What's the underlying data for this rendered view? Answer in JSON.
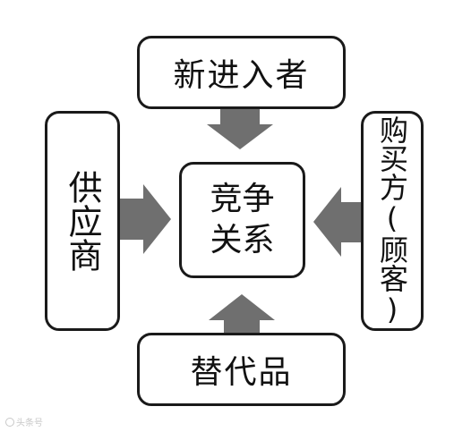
{
  "diagram": {
    "nodes": {
      "top": "新进入者",
      "center": "竞争关系",
      "left": "供应商",
      "right": "购买方(顾客)",
      "bottom": "替代品"
    },
    "arrow_color": "#6f6f6f",
    "border_color": "#1a1a1a"
  },
  "watermark": {
    "text": "头条号"
  }
}
